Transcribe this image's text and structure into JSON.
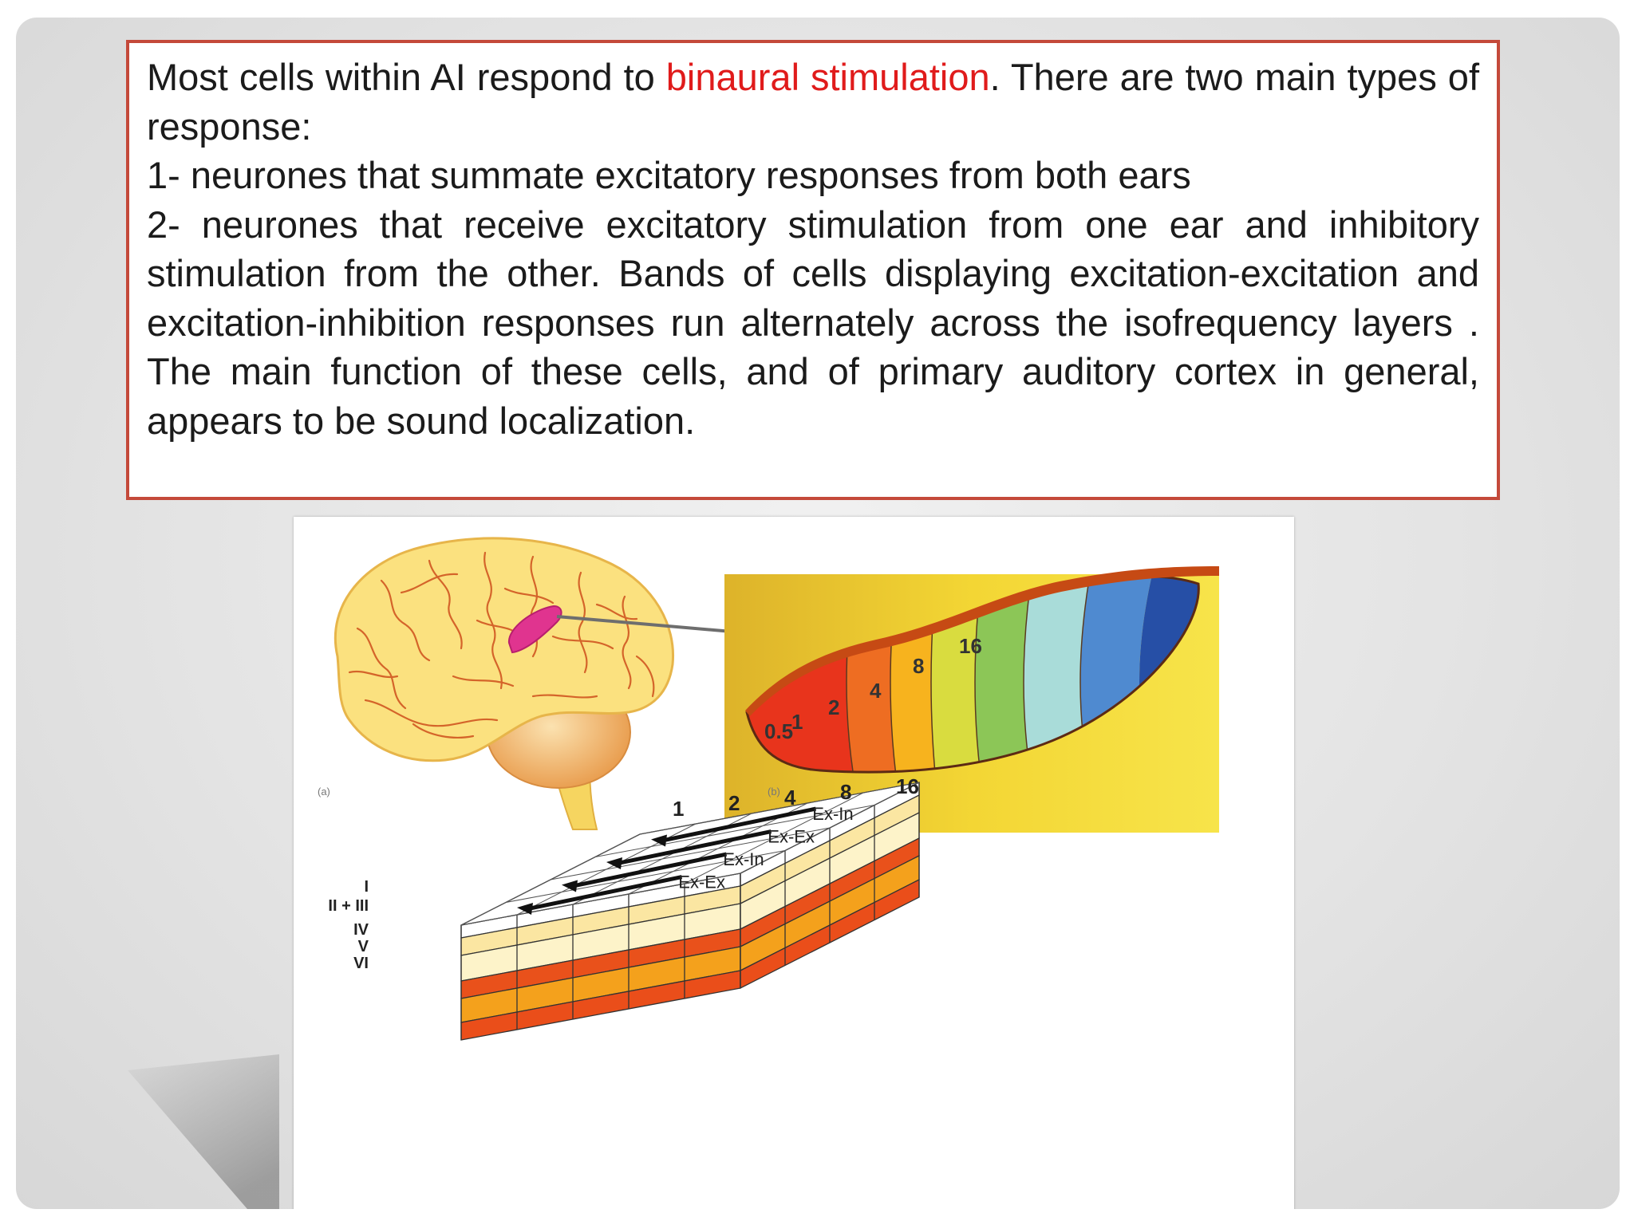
{
  "body": {
    "intro_before": "Most cells within AI respond to ",
    "intro_highlight": "binaural stimulation",
    "intro_after": ". There are two main types of response:",
    "point_1": "1- neurones that summate excitatory responses from both ears",
    "point_2": "2- neurones that receive excitatory stimulation from one ear and inhibitory stimulation from the other. Bands of cells displaying excitation-excitation and excitation-inhibition responses run alternately across the isofrequency layers . The main function of these cells, and of primary auditory cortex in general, appears to be sound localization."
  },
  "colors": {
    "highlight": "#e01b1b",
    "box_border": "#c4493a"
  },
  "figure": {
    "panel_a_label": "(a)",
    "panel_b_label": "(b)",
    "tonotopic_bands": [
      {
        "label": "",
        "color": "#e8341c"
      },
      {
        "label": "0.5",
        "color": "#ee6d22"
      },
      {
        "label": "1",
        "color": "#f7b31e"
      },
      {
        "label": "2",
        "color": "#d9dc3f"
      },
      {
        "label": "4",
        "color": "#8cc657"
      },
      {
        "label": "8",
        "color": "#a9dcd9"
      },
      {
        "label": "16",
        "color": "#4f8ad0"
      },
      {
        "label": "",
        "color": "#264fa6"
      }
    ],
    "block_freqs": [
      "1",
      "2",
      "4",
      "8",
      "16"
    ],
    "block_bands": [
      "Ex-Ex",
      "Ex-In",
      "Ex-Ex",
      "Ex-In"
    ],
    "layer_labels": [
      "I",
      "II + III",
      "IV",
      "V",
      "VI"
    ]
  }
}
